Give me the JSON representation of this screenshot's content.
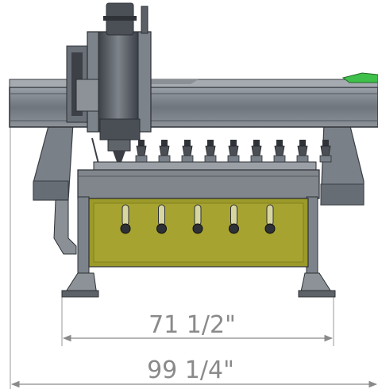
{
  "dimensions": {
    "inner_width": "71 1/2\"",
    "overall_width": "99 1/4\""
  },
  "colors": {
    "frame_gray": "#7a8088",
    "frame_dark": "#4a4f56",
    "frame_light": "#b9bec4",
    "panel_yellow": "#9c9a28",
    "panel_yellow_light": "#b3b03a",
    "accent_green": "#3fc04a",
    "dimension_line": "#8a8a8a"
  },
  "tool_rack": {
    "holder_count": 9
  },
  "panel": {
    "handle_count": 5
  }
}
